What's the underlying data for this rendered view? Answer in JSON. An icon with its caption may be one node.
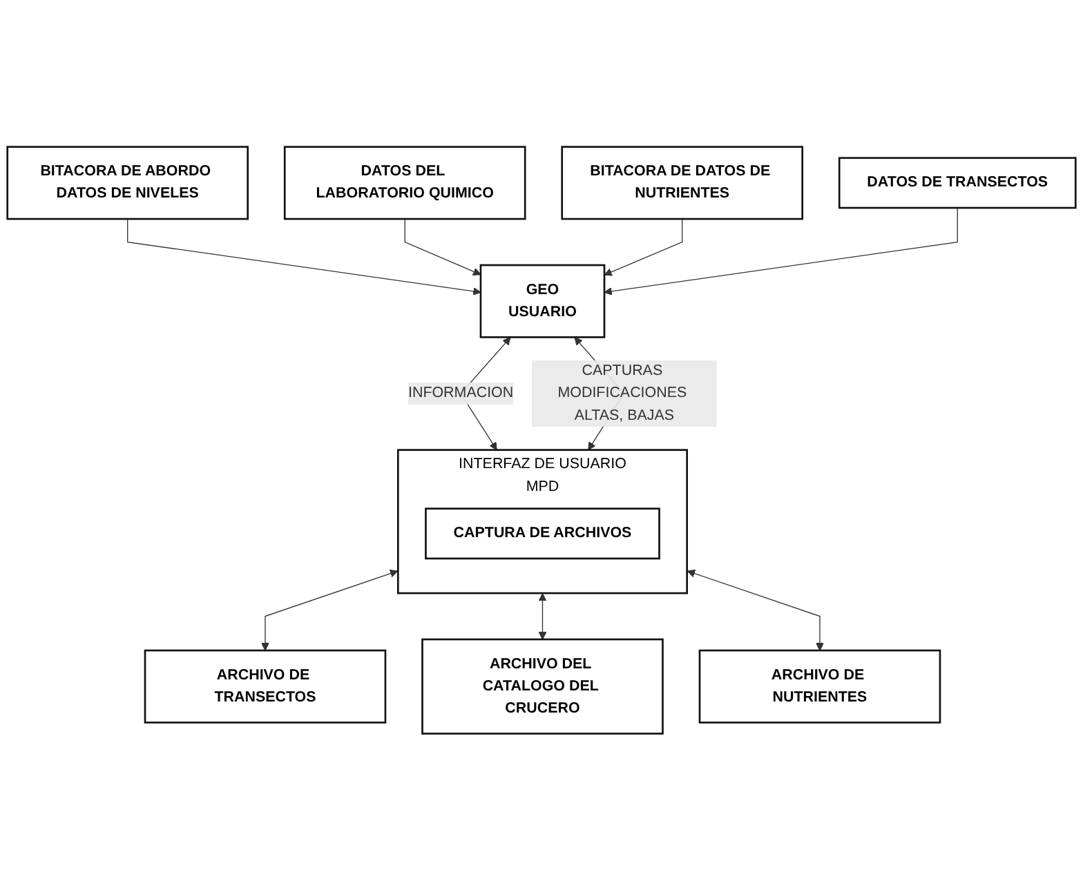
{
  "diagram": {
    "nodes": [
      {
        "text": [
          "BITACORA DE ABORDO DATOS DE NIVELES"
        ]
      },
      {
        "text": [
          "DATOS DEL LABORATORIO QUIMICO"
        ]
      },
      {
        "text": [
          "BITACORA DE DATOS DE NUTRIENTES"
        ]
      },
      {
        "text": [
          "DATOS DE TRANSECTOS"
        ]
      },
      {
        "text": [
          "GEO",
          "USUARIO"
        ]
      },
      {
        "text": [
          "INTERFAZ DE USUARIO",
          "MPD"
        ]
      },
      {
        "text": [
          "CAPTURA DE ARCHIVOS"
        ],
        "in": 5
      },
      {
        "text": [
          "ARCHIVO DE TRANSECTOS"
        ]
      },
      {
        "text": [
          "ARCHIVO DEL CATALOGO DEL CRUCERO"
        ]
      },
      {
        "text": [
          "ARCHIVO DE NUTRIENTES"
        ]
      }
    ],
    "edges": [
      {
        "from": 0,
        "to": 4,
        "arrow": "to"
      },
      {
        "from": 1,
        "to": 4,
        "arrow": "to"
      },
      {
        "from": 2,
        "to": 4,
        "arrow": "to"
      },
      {
        "from": 3,
        "to": 4,
        "arrow": "to"
      },
      {
        "from": 4,
        "to": 5,
        "label": "INFORMACION",
        "arrow": "both"
      },
      {
        "from": 4,
        "to": 5,
        "label": "CAPTURAS MODIFICACIONES ALTAS, BAJAS",
        "arrow": "both"
      },
      {
        "from": 5,
        "to": 7,
        "arrow": "both"
      },
      {
        "from": 5,
        "to": 8,
        "arrow": "both"
      },
      {
        "from": 5,
        "to": 9,
        "arrow": "both"
      }
    ]
  }
}
